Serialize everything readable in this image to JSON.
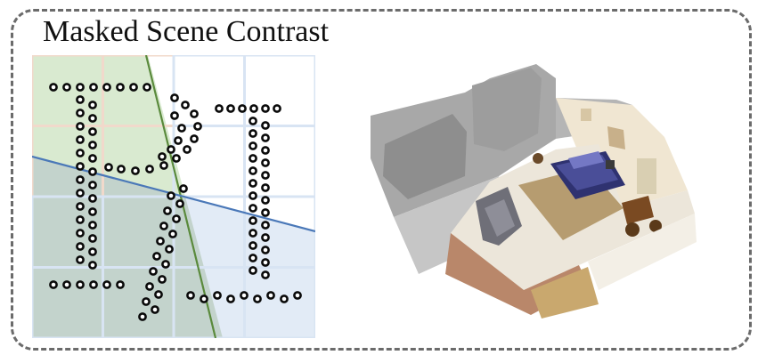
{
  "figure": {
    "title": "Masked Scene Contrast"
  },
  "left_panel": {
    "grid": {
      "columns": 4,
      "rows": 4
    },
    "cell_colors": [
      "green",
      "blue",
      "mixed",
      "white"
    ],
    "colors": {
      "green_region": "#c9dfb8",
      "blue_region": "#cfdcef",
      "grid_line_green": "#f2d8c8",
      "grid_line_blue": "#cfe0f0",
      "grid_line_white": "#d9e3f3",
      "cut_green": "#5a8a3c",
      "cut_blue": "#4a78b8",
      "point": "#0a0a0a"
    },
    "glyphs": "R I (point-sampled letters)"
  },
  "right_panel": {
    "description_hidden": "",
    "colors": {
      "gray_points": "#9a9a9a",
      "floor": "#e7e1d6",
      "rug": "#b59a6c",
      "bed": "#2c2f6e",
      "wood": "#8b5a2b",
      "wall_light": "#f3efe6"
    }
  }
}
